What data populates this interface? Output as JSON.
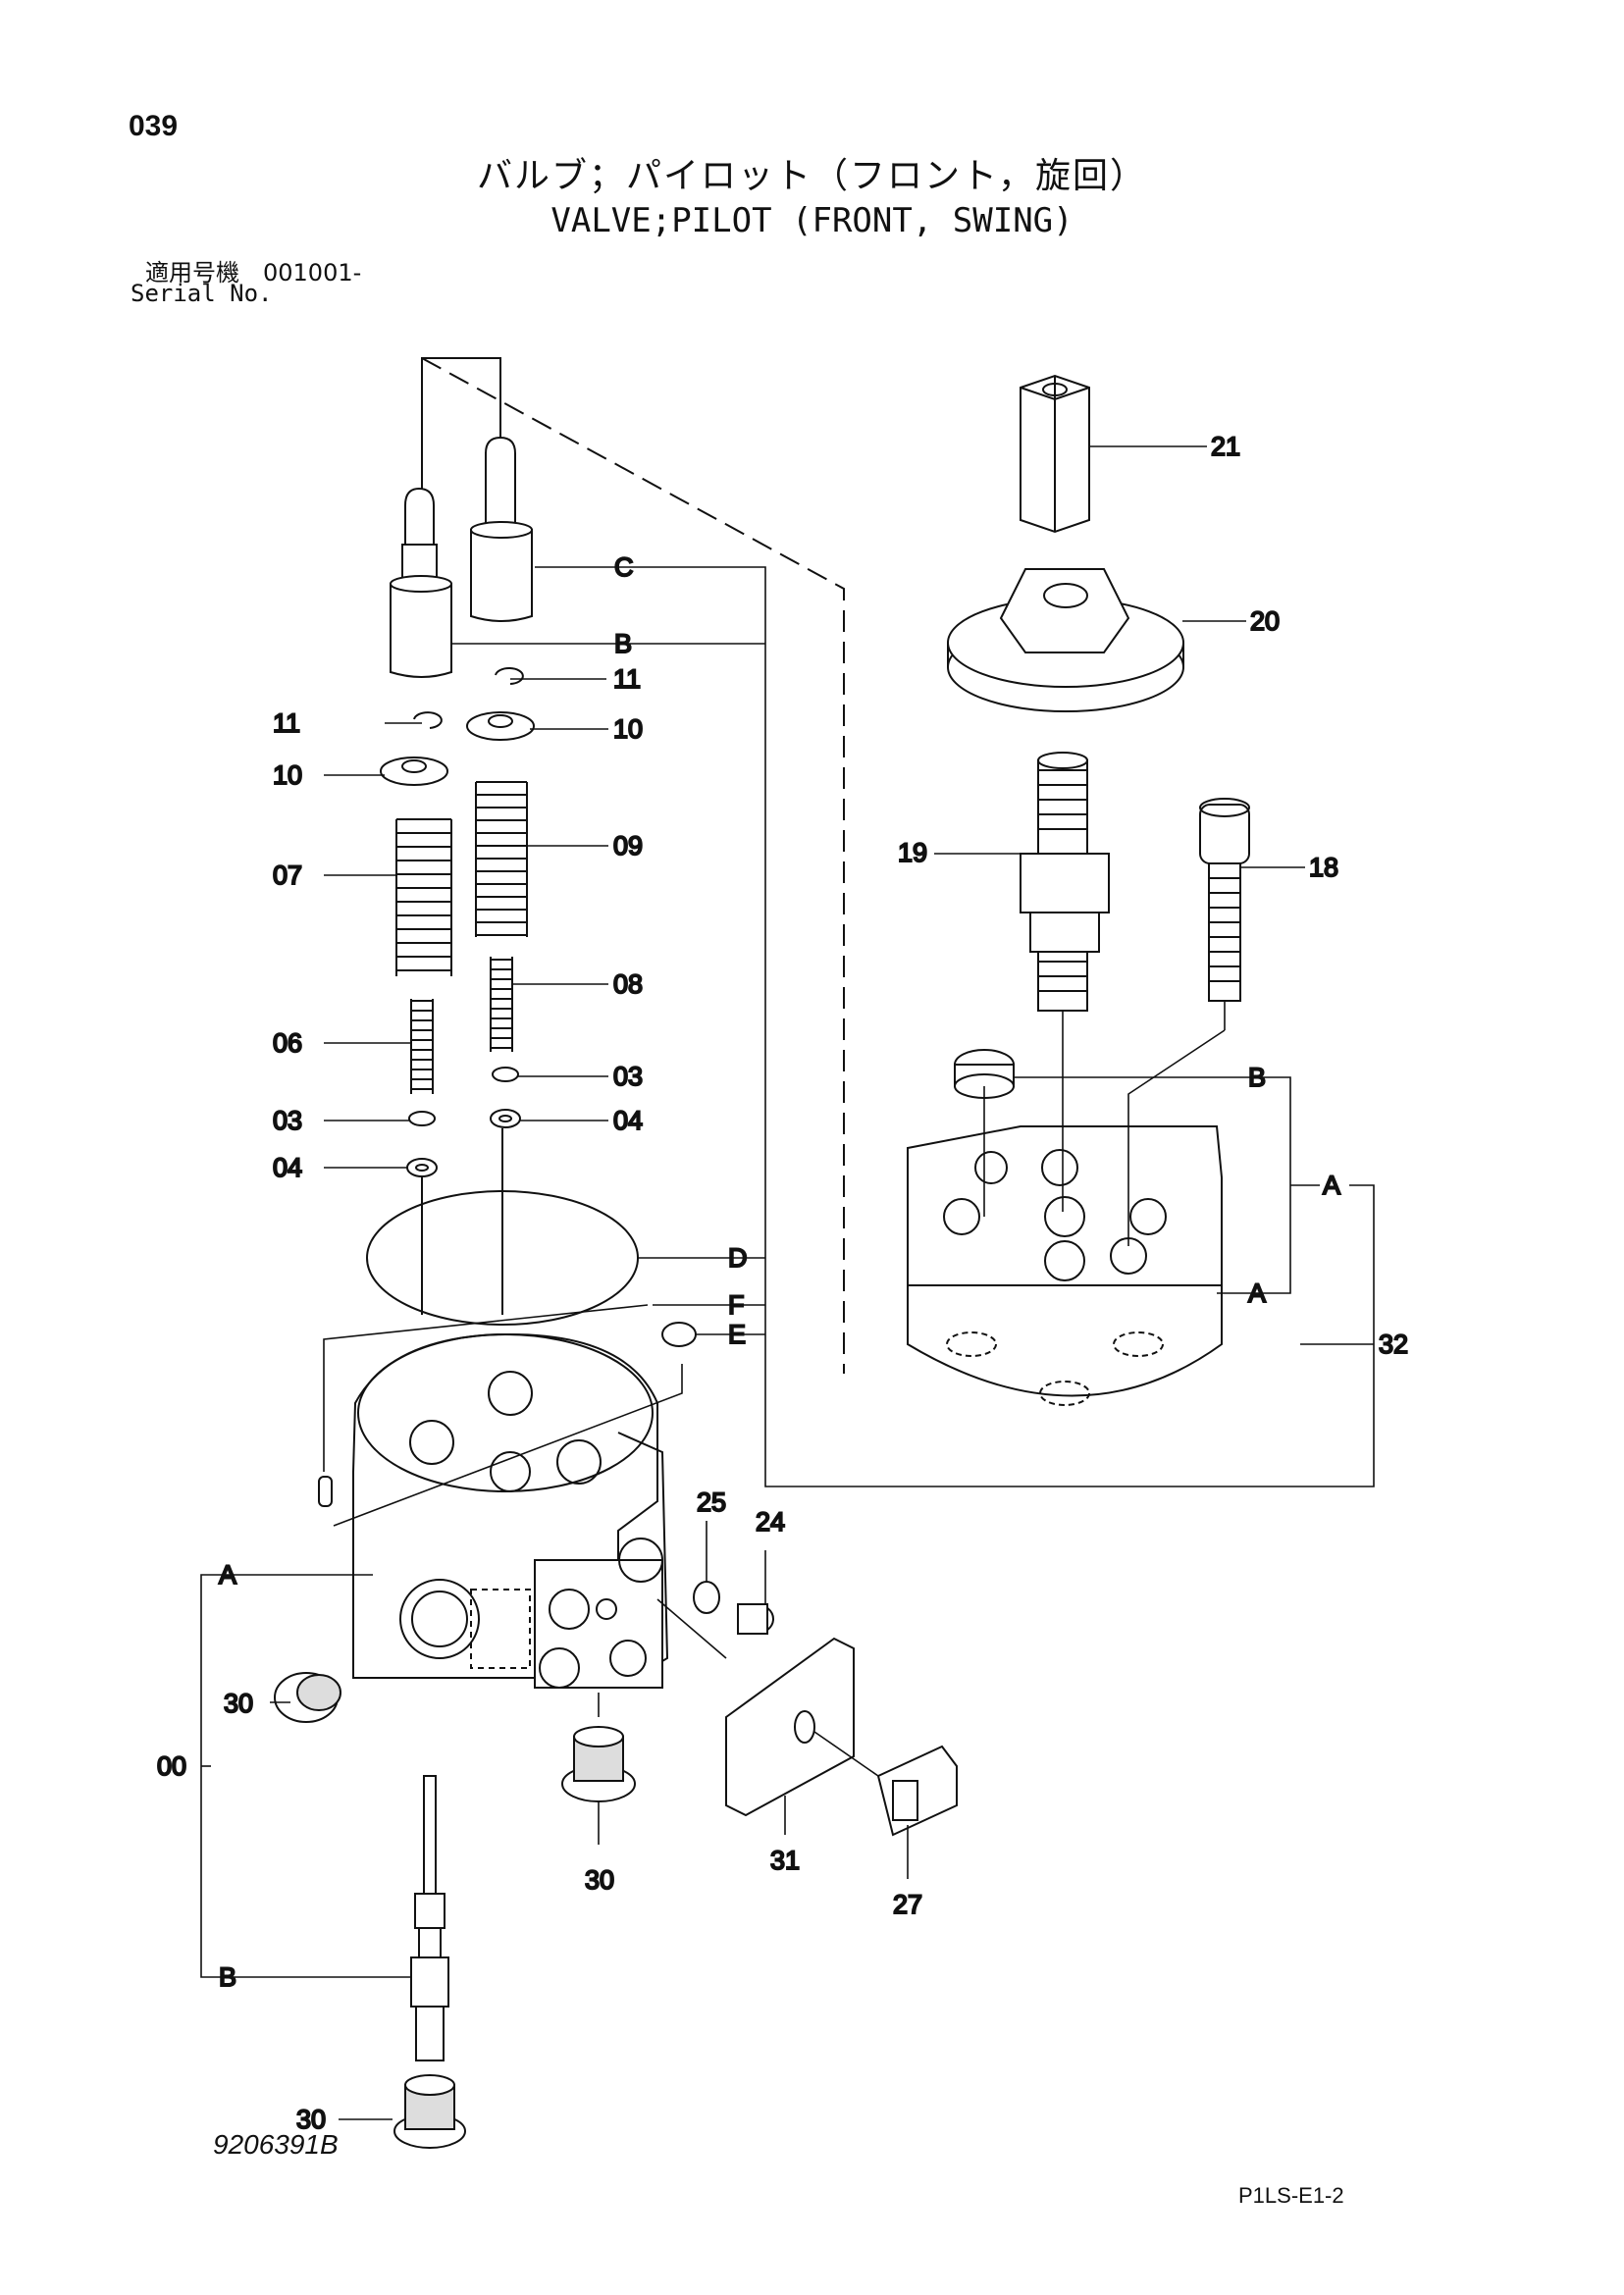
{
  "header": {
    "page_number": "039",
    "title_jp": "バルブ；パイロット（フロント，旋回）",
    "title_en": "VALVE;PILOT (FRONT, SWING)",
    "serial_label_jp": "適用号機　001001-",
    "serial_label_en": "Serial No."
  },
  "callouts": {
    "p21": "21",
    "p20": "20",
    "p19": "19",
    "p18": "18",
    "p32": "32",
    "pC": "C",
    "pB_top": "B",
    "p11_right": "11",
    "p11_left": "11",
    "p10_right": "10",
    "p10_left": "10",
    "p09": "09",
    "p07": "07",
    "p08": "08",
    "p06": "06",
    "p03_right": "03",
    "p03_left": "03",
    "p04_right": "04",
    "p04_left": "04",
    "pD": "D",
    "pF": "F",
    "pE": "E",
    "pB_right": "B",
    "pA_right_top": "A",
    "pA_right_bottom": "A",
    "p25": "25",
    "p24": "24",
    "pA_left": "A",
    "p00": "00",
    "pB_left": "B",
    "p30_left": "30",
    "p30_mid": "30",
    "p31": "31",
    "p27": "27",
    "p30_bottom": "30"
  },
  "footer": {
    "drawing_number": "9206391B",
    "page_code": "P1LS-E1-2"
  }
}
